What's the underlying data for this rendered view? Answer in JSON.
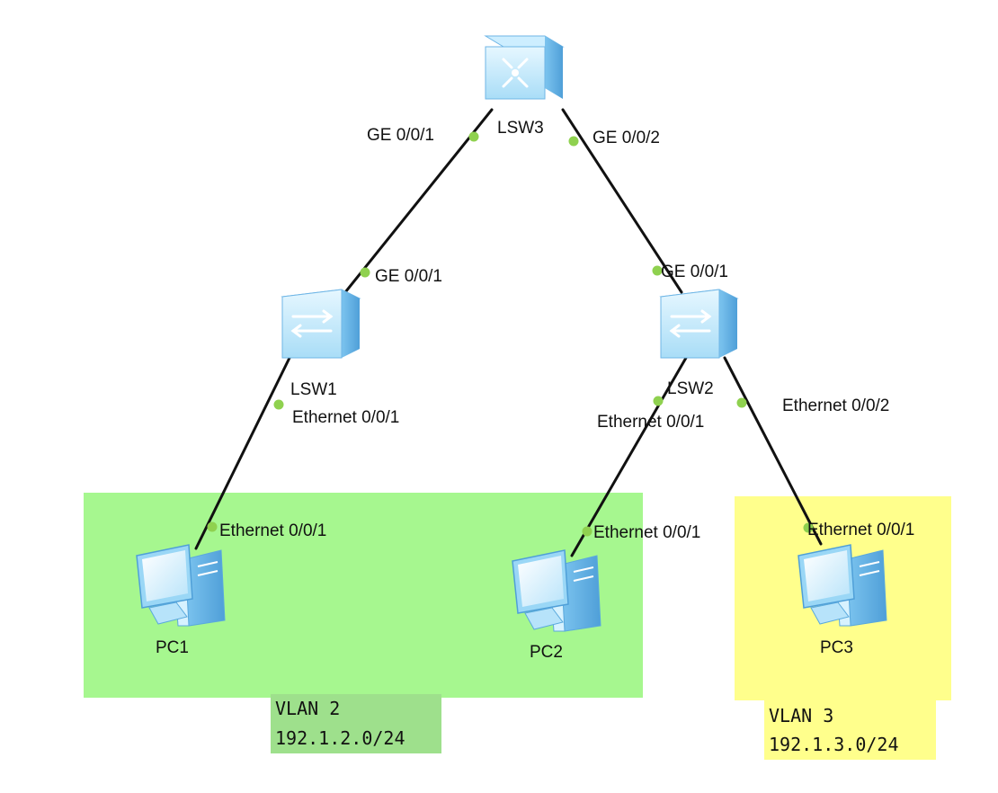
{
  "colors": {
    "vlan2_zone": "#a6f78f",
    "vlan2_tag": "#9ee08c",
    "vlan3_zone": "#ffff8c",
    "link": "#111111",
    "port_dot": "#8fd14f",
    "device_light": "#cfefff",
    "device_mid": "#8fd3f4",
    "device_dark": "#5aa9dd"
  },
  "devices": {
    "lsw3": {
      "name": "LSW3",
      "type": "core-switch"
    },
    "lsw1": {
      "name": "LSW1",
      "type": "access-switch"
    },
    "lsw2": {
      "name": "LSW2",
      "type": "access-switch"
    },
    "pc1": {
      "name": "PC1",
      "type": "pc"
    },
    "pc2": {
      "name": "PC2",
      "type": "pc"
    },
    "pc3": {
      "name": "PC3",
      "type": "pc"
    }
  },
  "ports": {
    "lsw3_to_lsw1": "GE 0/0/1",
    "lsw3_to_lsw2": "GE 0/0/2",
    "lsw1_uplink": "GE 0/0/1",
    "lsw2_uplink": "GE 0/0/1",
    "lsw1_to_pc1": "Ethernet 0/0/1",
    "lsw2_to_pc2": "Ethernet 0/0/1",
    "lsw2_to_pc3": "Ethernet 0/0/2",
    "pc1_port": "Ethernet 0/0/1",
    "pc2_port": "Ethernet 0/0/1",
    "pc3_port": "Ethernet 0/0/1"
  },
  "vlans": {
    "vlan2": {
      "name": "VLAN 2",
      "subnet": "192.1.2.0/24"
    },
    "vlan3": {
      "name": "VLAN 3",
      "subnet": "192.1.3.0/24"
    }
  }
}
